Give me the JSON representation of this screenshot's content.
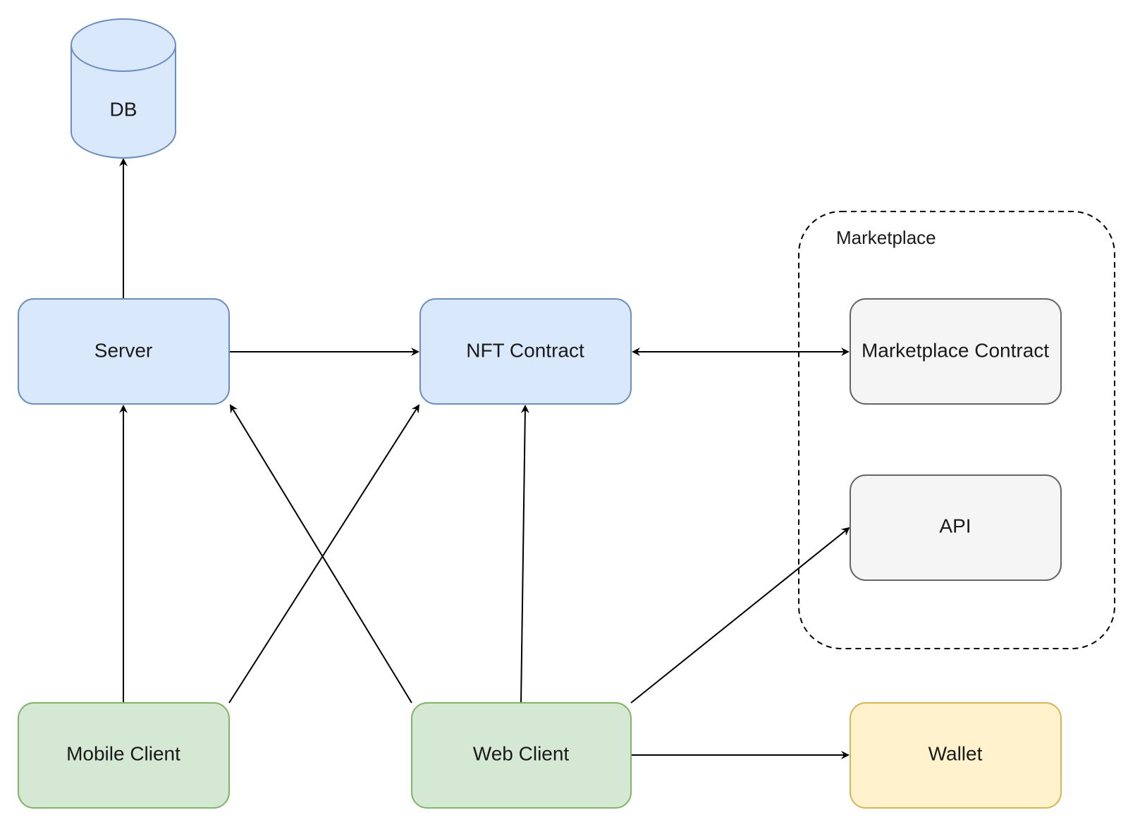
{
  "diagram": {
    "groups": [
      {
        "id": "marketplace",
        "label": "Marketplace"
      }
    ],
    "nodes": [
      {
        "id": "db",
        "label": "DB",
        "shape": "cylinder",
        "fill": "#dae8fc",
        "stroke": "#6c8ebf"
      },
      {
        "id": "server",
        "label": "Server",
        "shape": "rounded-rect",
        "fill": "#dae8fc",
        "stroke": "#6c8ebf"
      },
      {
        "id": "nft",
        "label": "NFT Contract",
        "shape": "rounded-rect",
        "fill": "#dae8fc",
        "stroke": "#6c8ebf"
      },
      {
        "id": "mcontract",
        "label": "Marketplace Contract",
        "shape": "rounded-rect",
        "fill": "#f5f5f5",
        "stroke": "#666666"
      },
      {
        "id": "api",
        "label": "API",
        "shape": "rounded-rect",
        "fill": "#f5f5f5",
        "stroke": "#666666"
      },
      {
        "id": "mobile",
        "label": "Mobile Client",
        "shape": "rounded-rect",
        "fill": "#d5e8d4",
        "stroke": "#82b366"
      },
      {
        "id": "web",
        "label": "Web Client",
        "shape": "rounded-rect",
        "fill": "#d5e8d4",
        "stroke": "#82b366"
      },
      {
        "id": "wallet",
        "label": "Wallet",
        "shape": "rounded-rect",
        "fill": "#fff2cc",
        "stroke": "#d6b656"
      }
    ],
    "edges": [
      {
        "from": "server",
        "to": "db",
        "direction": "forward"
      },
      {
        "from": "server",
        "to": "nft",
        "direction": "forward"
      },
      {
        "from": "nft",
        "to": "mcontract",
        "direction": "both"
      },
      {
        "from": "mobile",
        "to": "server",
        "direction": "forward"
      },
      {
        "from": "mobile",
        "to": "nft",
        "direction": "forward"
      },
      {
        "from": "web",
        "to": "server",
        "direction": "forward"
      },
      {
        "from": "web",
        "to": "nft",
        "direction": "forward"
      },
      {
        "from": "web",
        "to": "api",
        "direction": "forward"
      },
      {
        "from": "web",
        "to": "wallet",
        "direction": "forward"
      }
    ]
  }
}
